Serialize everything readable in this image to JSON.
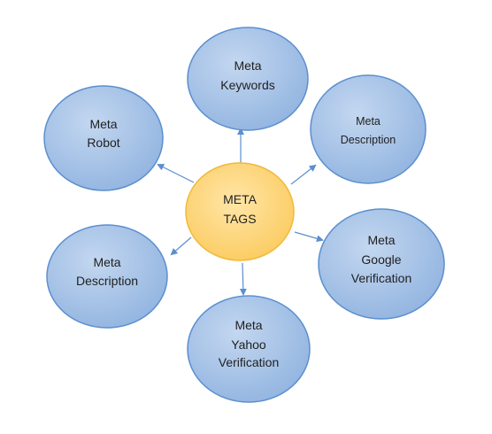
{
  "center": {
    "lines": [
      "META",
      "TAGS"
    ],
    "fill": "#fbd378",
    "stroke": "#f0b93a"
  },
  "nodes": [
    {
      "id": "keywords",
      "lines": [
        "Meta",
        "Keywords"
      ]
    },
    {
      "id": "description-right",
      "lines": [
        "Meta",
        "Description"
      ]
    },
    {
      "id": "google",
      "lines": [
        "Meta",
        "Google",
        "Verification"
      ]
    },
    {
      "id": "yahoo",
      "lines": [
        "Meta",
        "Yahoo",
        "Verification"
      ]
    },
    {
      "id": "description-left",
      "lines": [
        "Meta",
        "Description"
      ]
    },
    {
      "id": "robot",
      "lines": [
        "Meta",
        "Robot"
      ]
    }
  ],
  "colors": {
    "node_fill": "#a7c3e6",
    "node_stroke": "#5b8fcf",
    "arrow": "#5b8fcf"
  }
}
